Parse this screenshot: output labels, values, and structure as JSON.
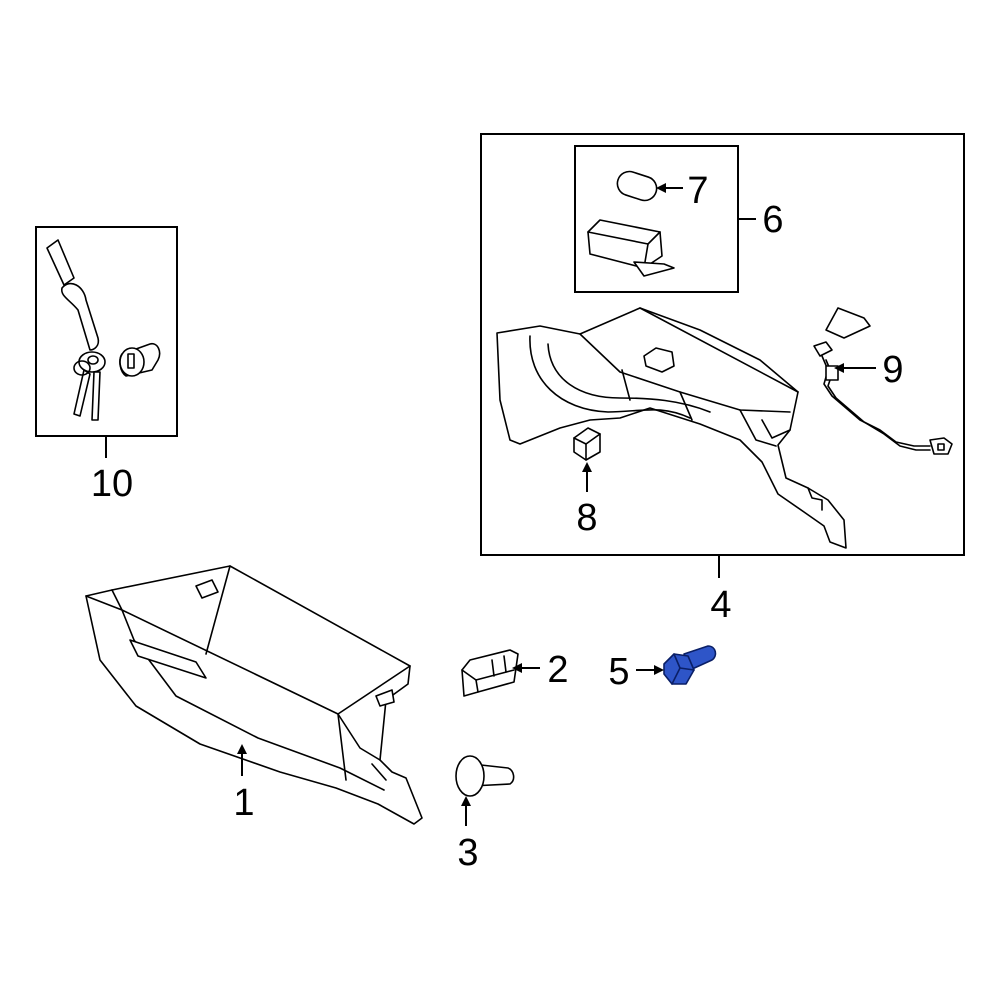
{
  "callouts": {
    "c1": "1",
    "c2": "2",
    "c3": "3",
    "c4": "4",
    "c5": "5",
    "c6": "6",
    "c7": "7",
    "c8": "8",
    "c9": "9",
    "c10": "10"
  },
  "colors": {
    "line": "#000000",
    "highlight": "#2e55c8"
  }
}
